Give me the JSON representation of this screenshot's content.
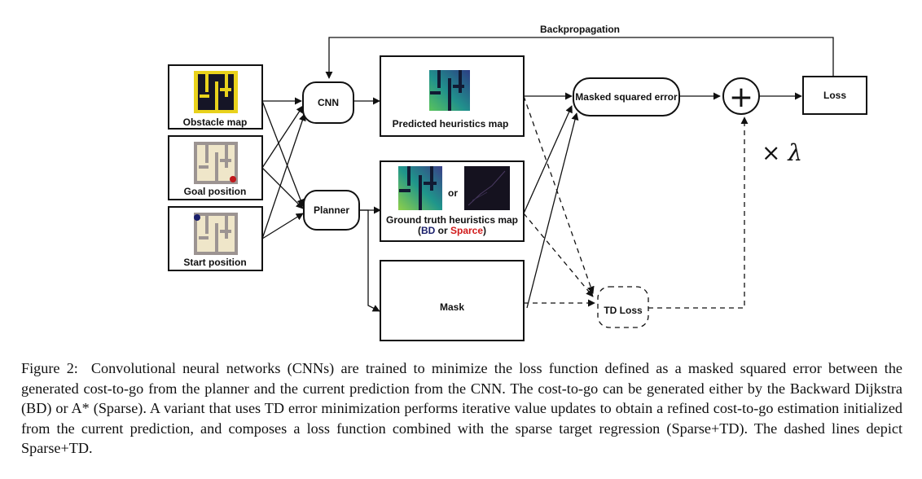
{
  "figure": {
    "inputs": {
      "obstacle_map": "Obstacle map",
      "goal_position": "Goal position",
      "start_position": "Start position"
    },
    "nodes": {
      "cnn": "CNN",
      "planner": "Planner",
      "predicted_map": "Predicted heuristics map",
      "ground_truth_map": "Ground truth heuristics map",
      "gt_or": "or",
      "gt_sub_open": "(",
      "gt_sub_bd": "BD",
      "gt_sub_mid": " or ",
      "gt_sub_sparse": "Sparce",
      "gt_sub_close": ")",
      "mask": "Mask",
      "masked_squared_error": "Masked squared error",
      "td_loss": "TD Loss",
      "loss": "Loss",
      "plus_symbol": "+",
      "lambda_label": "× λ",
      "backprop": "Backpropagation"
    },
    "colors": {
      "bd_text": "#1a1f6b",
      "sparse_text": "#d11a1a",
      "obstacle_yellow": "#e9d21c",
      "obstacle_dark": "#151526",
      "map_beige": "#efe6c9",
      "map_gray": "#9c9492",
      "goal_dot": "#c0181c",
      "start_dot": "#1a1f6b"
    }
  },
  "caption": {
    "label": "Figure 2:",
    "text": "Convolutional neural networks (CNNs) are trained to minimize the loss function defined as a masked squared error between the generated cost-to-go from the planner and the current prediction from the CNN. The cost-to-go can be generated either by the Backward Dijkstra (BD) or A* (Sparse). A variant that uses TD error minimization performs iterative value updates to obtain a refined cost-to-go estimation initialized from the current prediction, and composes a loss function combined with the sparse target regression (Sparse+TD). The dashed lines depict Sparse+TD."
  }
}
